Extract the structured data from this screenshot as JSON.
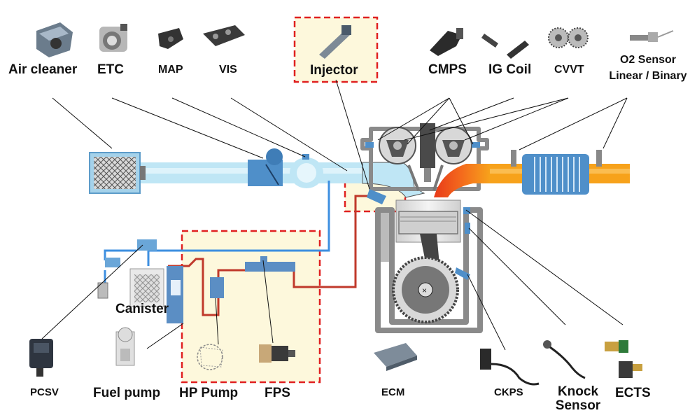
{
  "labels": {
    "air_cleaner": "Air cleaner",
    "etc": "ETC",
    "map": "MAP",
    "vis": "VIS",
    "injector": "Injector",
    "cmps": "CMPS",
    "ig_coil": "IG Coil",
    "cvvt": "CVVT",
    "o2_sensor_line1": "O2 Sensor",
    "o2_sensor_line2": "Linear / Binary",
    "canister": "Canister",
    "pcsv": "PCSV",
    "fuel_pump": "Fuel pump",
    "hp_pump": "HP Pump",
    "fps": "FPS",
    "ecm": "ECM",
    "ckps": "CKPS",
    "knock_sensor": "Knock Sensor",
    "ects": "ECTS"
  },
  "colors": {
    "intake_air": "#a9dcef",
    "intake_dark": "#4f8fc9",
    "exhaust": "#f7a21b",
    "exhaust_hot": "#e8431a",
    "fuel_line": "#c0392b",
    "vapor_line": "#3d8fe0",
    "highlight_box": "#e02020",
    "highlight_fill": "#fdf8dc",
    "engine_gray": "#8a8a8a"
  }
}
